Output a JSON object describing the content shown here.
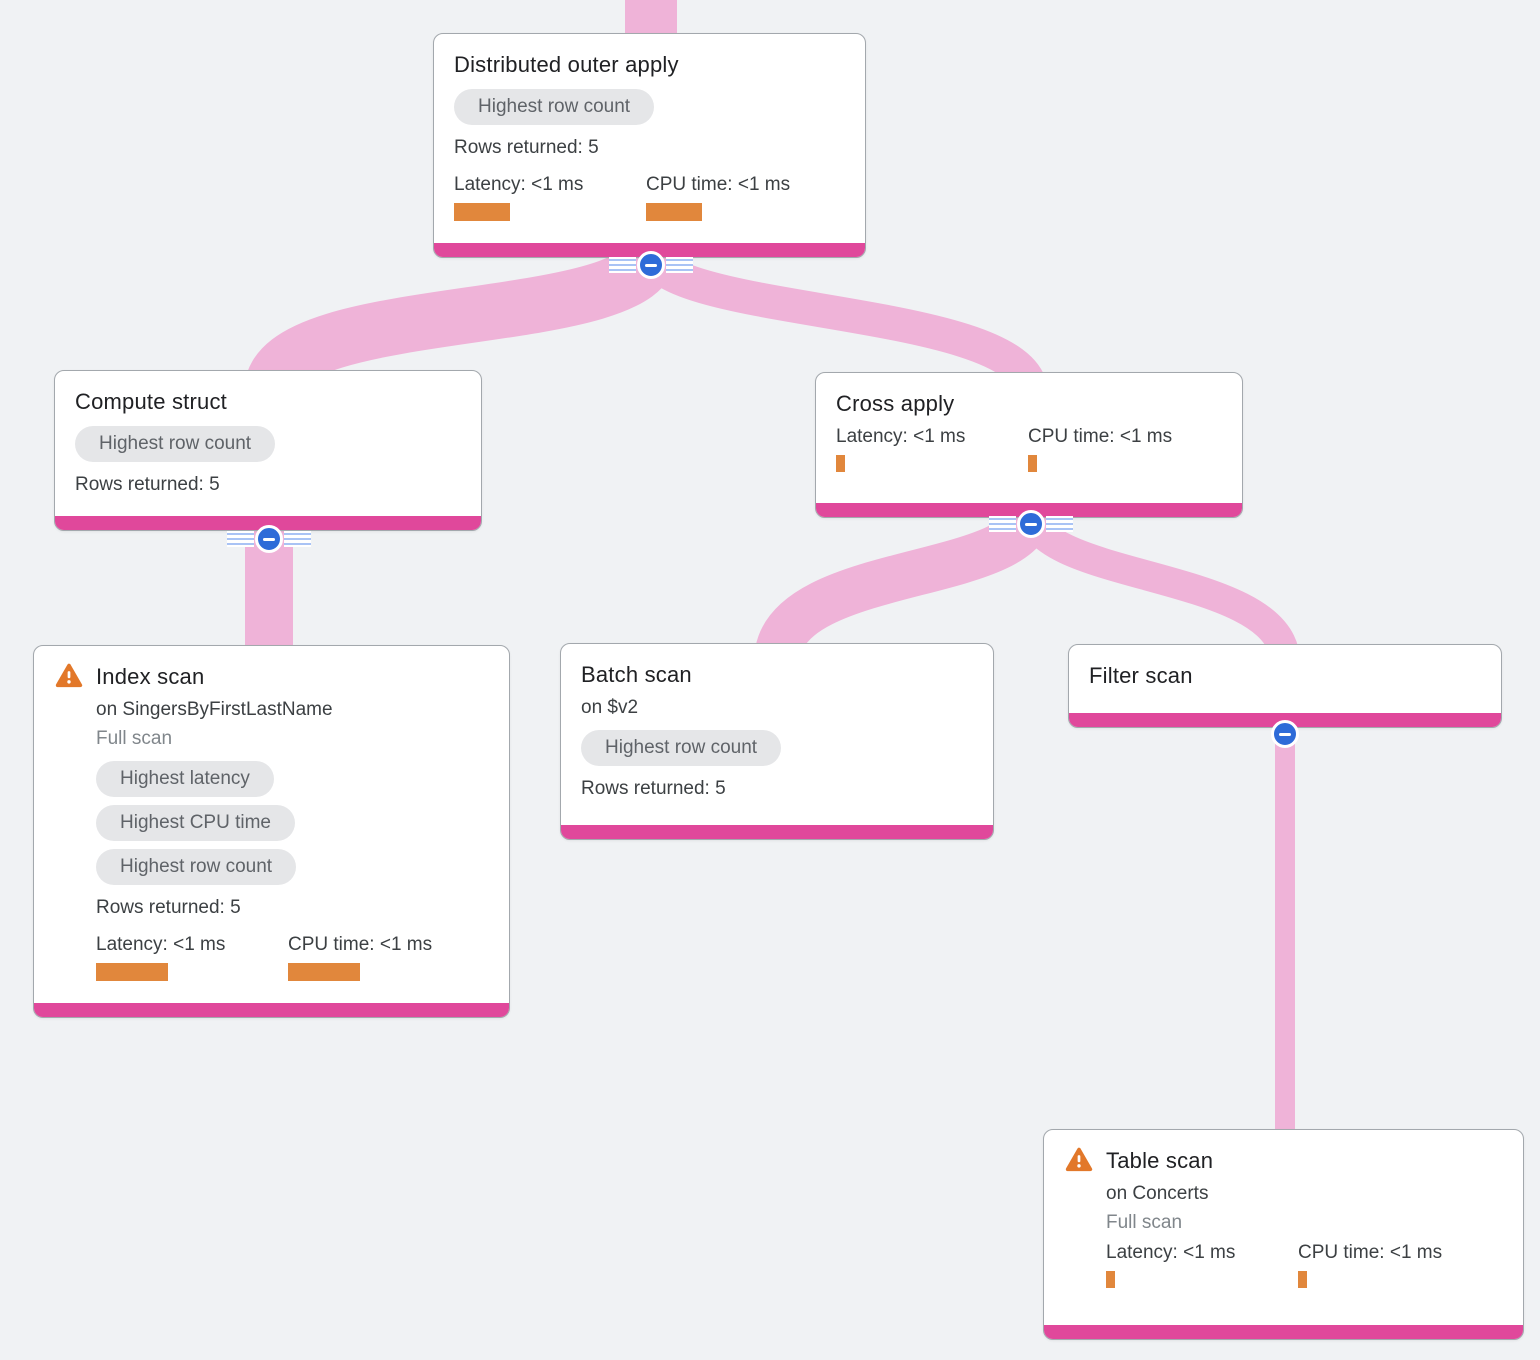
{
  "diagram": {
    "background_color": "#F0F2F4",
    "edge_ribbon_color": "#EFB3D8",
    "node_footer_color": "#E0489B",
    "metric_bar_color": "#E1873C",
    "warning_icon_color": "#E2782A",
    "collapse_button_color": "#2E6BD8",
    "badge_background_color": "#E5E6E8",
    "badge_text_color": "#5F6368"
  },
  "nodes": [
    {
      "id": "distributed-outer-apply",
      "title": "Distributed outer apply",
      "badges": [
        "Highest row count"
      ],
      "rows_returned": "Rows returned: 5",
      "metrics": [
        {
          "label": "Latency: <1 ms",
          "bar_style": "width:56px;height:18px"
        },
        {
          "label": "CPU time: <1 ms",
          "bar_style": "width:56px;height:18px"
        }
      ]
    },
    {
      "id": "compute-struct",
      "title": "Compute struct",
      "badges": [
        "Highest row count"
      ],
      "rows_returned": "Rows returned: 5"
    },
    {
      "id": "cross-apply",
      "title": "Cross apply",
      "metrics": [
        {
          "label": "Latency: <1 ms",
          "bar_style": "width:9px;height:17px"
        },
        {
          "label": "CPU time: <1 ms",
          "bar_style": "width:9px;height:17px"
        }
      ]
    },
    {
      "id": "index-scan",
      "title": "Index scan",
      "subtitle": "on SingersByFirstLastName",
      "scan_type": "Full scan",
      "badges": [
        "Highest latency",
        "Highest CPU time",
        "Highest row count"
      ],
      "rows_returned": "Rows returned: 5",
      "metrics": [
        {
          "label": "Latency: <1 ms",
          "bar_style": "width:72px;height:18px"
        },
        {
          "label": "CPU time: <1 ms",
          "bar_style": "width:72px;height:18px"
        }
      ]
    },
    {
      "id": "batch-scan",
      "title": "Batch scan",
      "subtitle": "on $v2",
      "badges": [
        "Highest row count"
      ],
      "rows_returned": "Rows returned: 5"
    },
    {
      "id": "filter-scan",
      "title": "Filter scan"
    },
    {
      "id": "table-scan",
      "title": "Table scan",
      "subtitle": "on Concerts",
      "scan_type": "Full scan",
      "metrics": [
        {
          "label": "Latency: <1 ms",
          "bar_style": "width:9px;height:17px"
        },
        {
          "label": "CPU time: <1 ms",
          "bar_style": "width:9px;height:17px"
        }
      ]
    }
  ]
}
